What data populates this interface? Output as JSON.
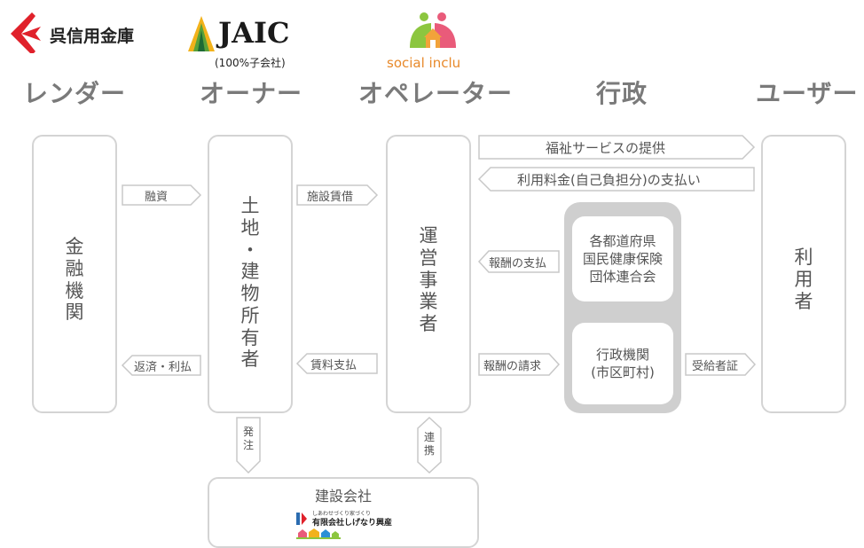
{
  "header": {
    "logos": {
      "kure": "呉信用金庫",
      "jaic": "JAIC",
      "jaic_sub": "(100%子会社)",
      "social": "social inclu"
    },
    "roles": [
      "レンダー",
      "オーナー",
      "オペレーター",
      "行政",
      "ユーザー"
    ]
  },
  "boxes": {
    "lender": "金\n融\n機\n関",
    "owner": "土\n地\n・\n建\n物\n所\n有\n者",
    "operator": "運\n営\n事\n業\n者",
    "user": "利\n用\n者",
    "pref": "各都道府県\n国民健康保険\n団体連合会",
    "city": "行政機関\n(市区町村)",
    "builder": "建設会社",
    "builder_logo_small": "しあわせづくり家づくり",
    "builder_logo": "有限会社しげなり興産"
  },
  "arrows": {
    "loan": "融資",
    "repay": "返済・利払",
    "lease": "施設賃借",
    "rent": "賃料支払",
    "welfare": "福祉サービスの提供",
    "fee": "利用料金(自己負担分)の支払い",
    "reward_pay": "報酬の支払",
    "reward_req": "報酬の請求",
    "certificate": "受給者証",
    "order": "発\n注",
    "link": "連\n携"
  },
  "colors": {
    "kure_red": "#e0212b",
    "jaic_text": "#1a1a1a",
    "social_orange": "#e8892a",
    "social_green": "#8cc63f",
    "social_pink": "#e95b7a",
    "role_gray": "#7a7a7a",
    "box_border": "#d4d4d4",
    "panel_gray": "#cfcfcf"
  }
}
